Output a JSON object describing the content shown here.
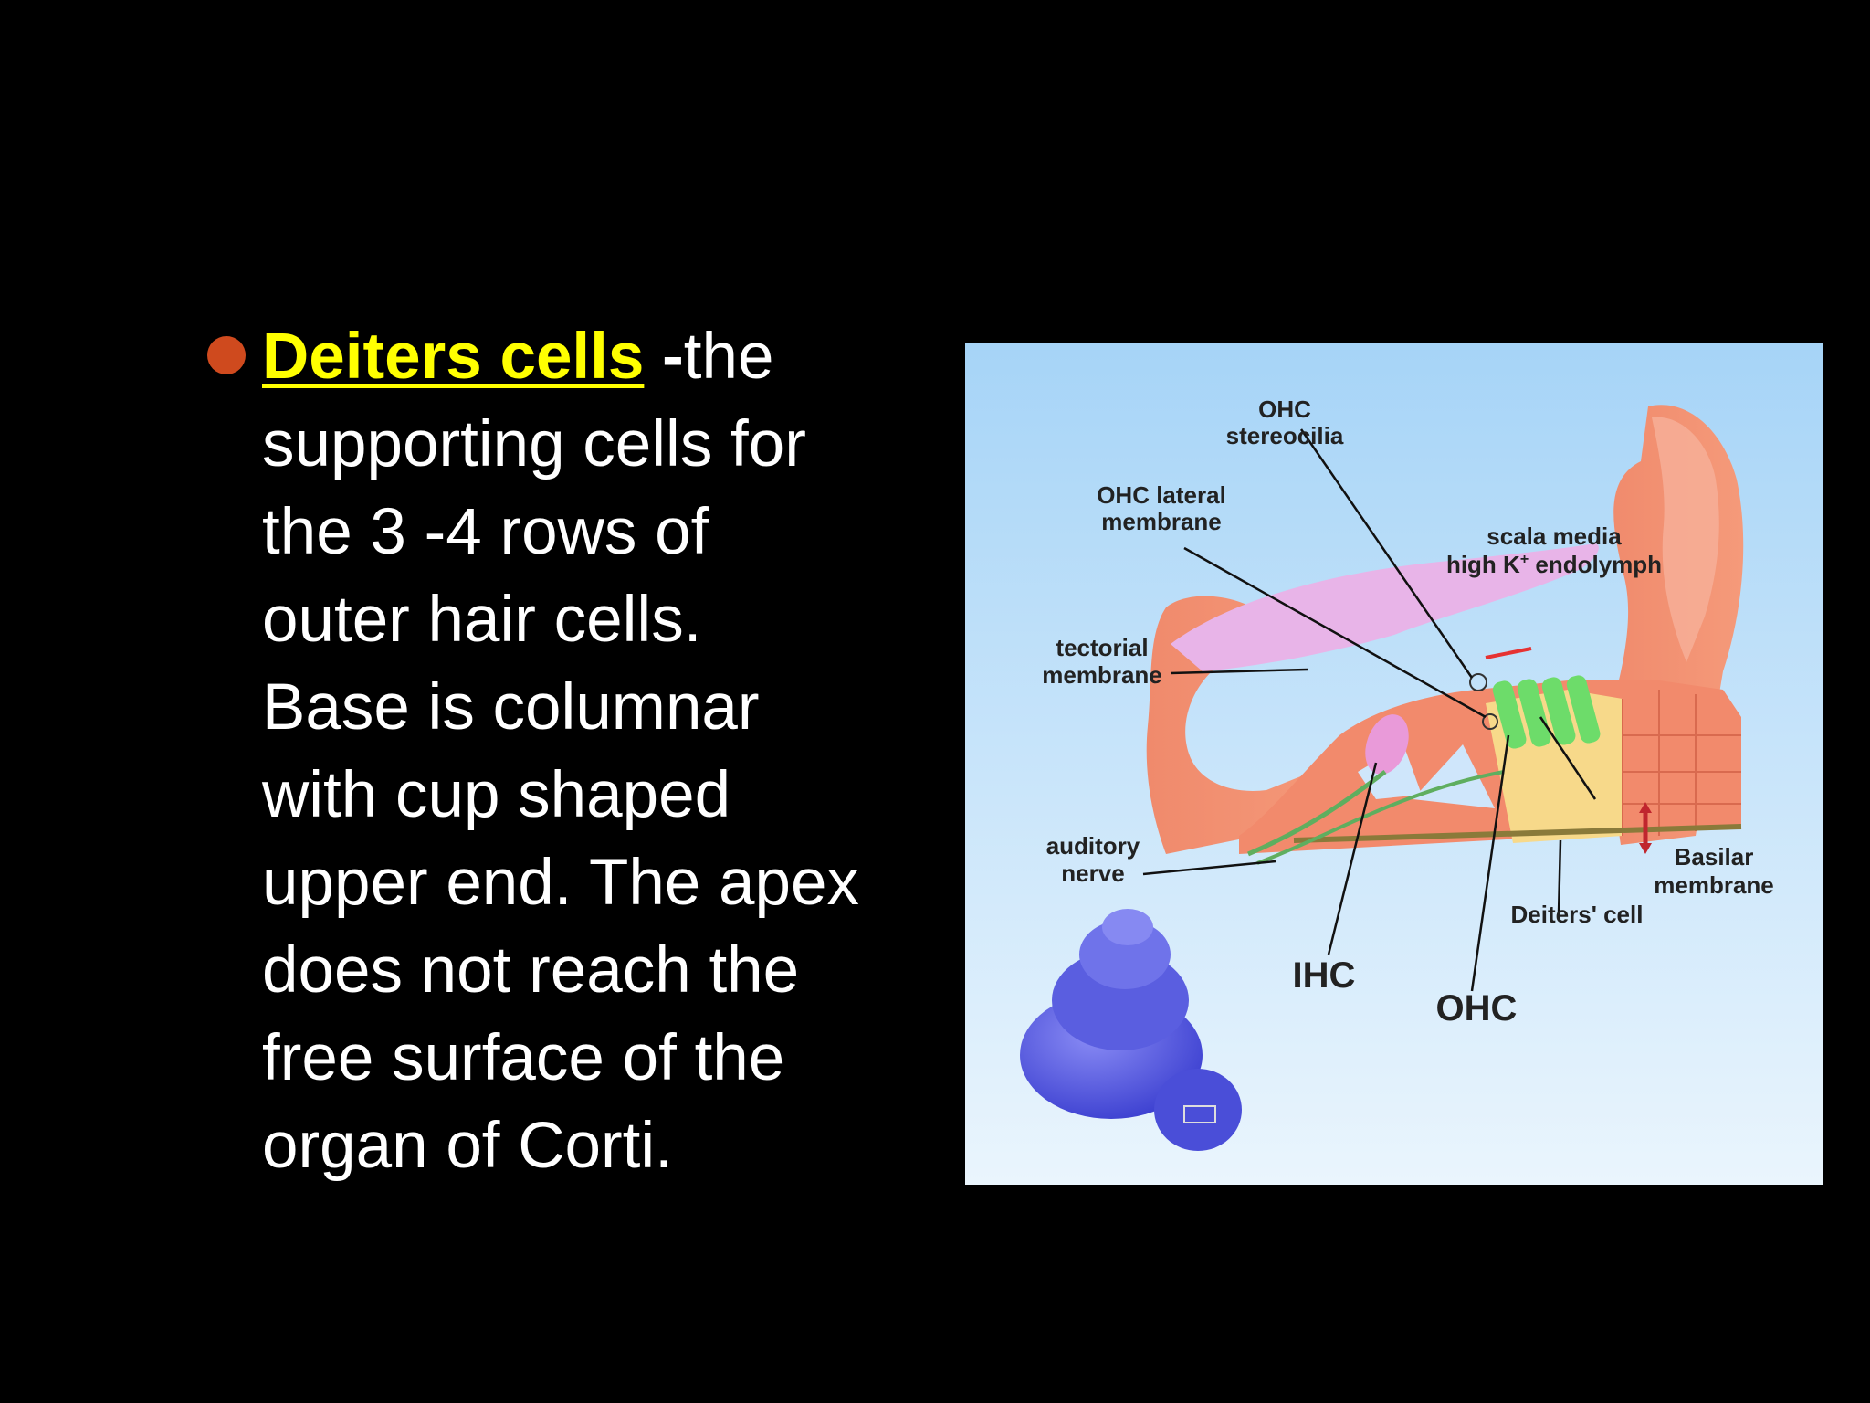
{
  "slide": {
    "bullet": {
      "term": "Deiters cells",
      "dash": " -",
      "lines": [
        "the",
        "supporting cells for",
        "the 3 -4 rows of",
        "outer hair  cells.",
        "Base is columnar",
        "with cup shaped",
        "upper end. The apex",
        "does not reach the",
        "free surface of the",
        "organ of Corti."
      ]
    },
    "figure": {
      "labels": {
        "ohc_stereocilia_1": "OHC",
        "ohc_stereocilia_2": "stereocilia",
        "ohc_lateral_1": "OHC lateral",
        "ohc_lateral_2": "membrane",
        "scala_media_1": "scala media",
        "scala_media_2a": "high K",
        "scala_media_sup": "+",
        "scala_media_2b": " endolymph",
        "tectorial_1": "tectorial",
        "tectorial_2": "membrane",
        "auditory_1": "auditory",
        "auditory_2": "nerve",
        "basilar_1": "Basilar",
        "basilar_2": "membrane",
        "deiters": "Deiters' cell",
        "ihc": "IHC",
        "ohc": "OHC"
      }
    }
  }
}
